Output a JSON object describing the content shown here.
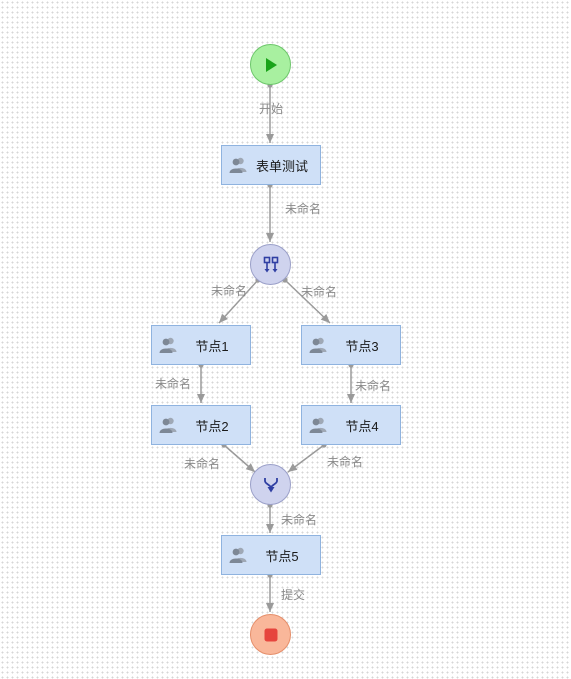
{
  "diagram": {
    "start_node": {
      "icon": "play-icon",
      "color": "#a8f0a0"
    },
    "end_node": {
      "icon": "stop-icon",
      "color": "#f9b79a"
    },
    "fork_gateway": {
      "icon": "fork-icon"
    },
    "join_gateway": {
      "icon": "merge-icon"
    },
    "tasks": [
      {
        "id": "form",
        "label": "表单测试",
        "icon": "user-group-icon"
      },
      {
        "id": "n1",
        "label": "节点1",
        "icon": "user-group-icon"
      },
      {
        "id": "n3",
        "label": "节点3",
        "icon": "user-group-icon"
      },
      {
        "id": "n2",
        "label": "节点2",
        "icon": "user-group-icon"
      },
      {
        "id": "n4",
        "label": "节点4",
        "icon": "user-group-icon"
      },
      {
        "id": "n5",
        "label": "节点5",
        "icon": "user-group-icon"
      }
    ],
    "edges": [
      {
        "from": "start",
        "to": "form",
        "label": "开始"
      },
      {
        "from": "form",
        "to": "fork",
        "label": "未命名"
      },
      {
        "from": "fork",
        "to": "n1",
        "label": "未命名"
      },
      {
        "from": "fork",
        "to": "n3",
        "label": "未命名"
      },
      {
        "from": "n1",
        "to": "n2",
        "label": "未命名"
      },
      {
        "from": "n3",
        "to": "n4",
        "label": "未命名"
      },
      {
        "from": "n2",
        "to": "join",
        "label": "未命名"
      },
      {
        "from": "n4",
        "to": "join",
        "label": "未命名"
      },
      {
        "from": "join",
        "to": "n5",
        "label": "未命名"
      },
      {
        "from": "n5",
        "to": "end",
        "label": "提交"
      }
    ]
  },
  "colors": {
    "task_fill": "#cfe0f7",
    "task_border": "#8fb3df",
    "edge": "#9a9a9a",
    "gateway_fill": "#cfd3ee",
    "icon_blue": "#2f3fa3"
  }
}
